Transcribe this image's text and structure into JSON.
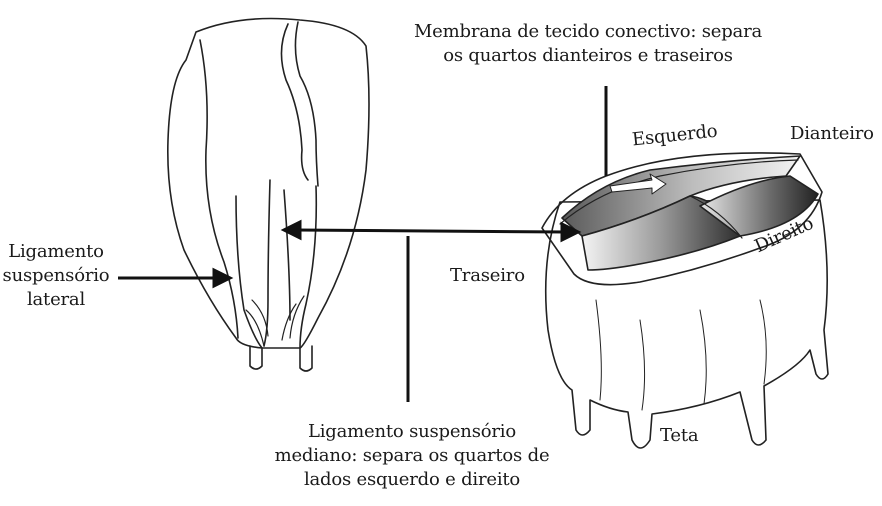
{
  "labels": {
    "membrana": [
      "Membrana de tecido conectivo: separa",
      "os quartos dianteiros e traseiros"
    ],
    "esquerdo": "Esquerdo",
    "dianteiro": "Dianteiro",
    "direito": "Direito",
    "traseiro": "Traseiro",
    "teta": "Teta",
    "ligamento_lateral": [
      "Ligamento",
      "suspensório",
      "lateral"
    ],
    "ligamento_mediano": [
      "Ligamento suspensório",
      "mediano: separa os quartos de",
      "lados esquerdo e direito"
    ]
  },
  "colors": {
    "ink": "#1a1a1a",
    "shade_dark": "#3a3a3a",
    "shade_light": "#d9d9d9"
  }
}
